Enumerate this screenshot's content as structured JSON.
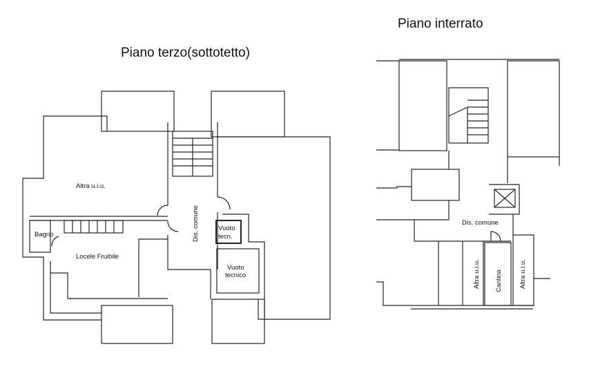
{
  "plans": [
    {
      "title": "Piano terzo(sottotetto)",
      "rooms": {
        "altra": "Altra u.i.u.",
        "bagno": "Bagno",
        "locale": "Locele Fruibile",
        "dis": "Dis. comune",
        "vuoto_small_1": "Vuoto",
        "vuoto_small_2": "tecn.",
        "vuoto_big_1": "Vuoto",
        "vuoto_big_2": "tecnico"
      }
    },
    {
      "title": "Piano interrato",
      "rooms": {
        "dis": "Dis. comune",
        "altra_left": "Altra u.i.u.",
        "cantina": "Cantina",
        "altra_right": "Altra u.i.u."
      }
    }
  ]
}
